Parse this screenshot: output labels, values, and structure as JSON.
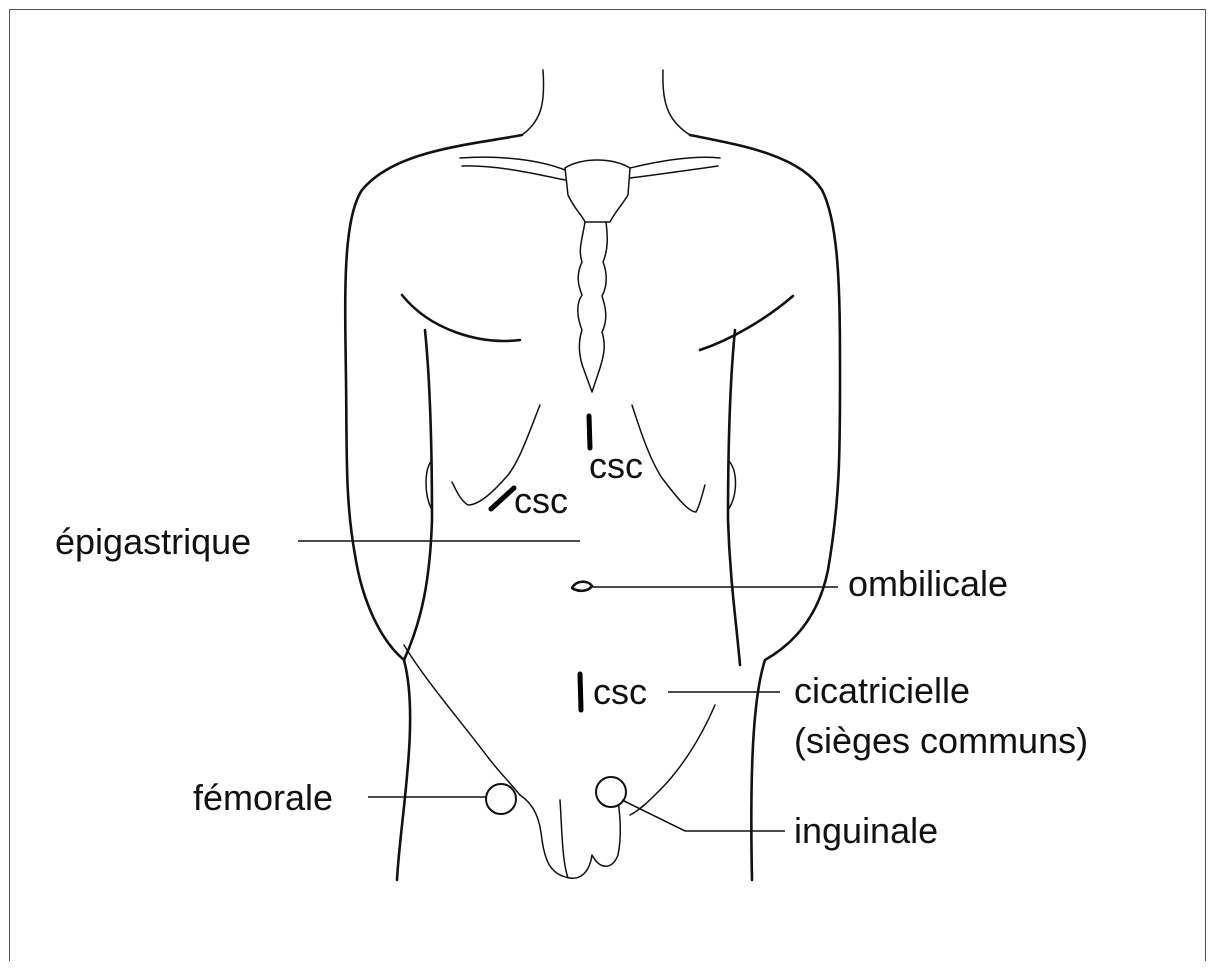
{
  "labels": {
    "csc_sternal": "csc",
    "csc_subcostal": "csc",
    "csc_lower": "csc",
    "epigastrique": "épigastrique",
    "ombilicale": "ombilicale",
    "cicatricielle_line1": "cicatricielle",
    "cicatricielle_line2": "(sièges communs)",
    "femorale": "fémorale",
    "inguinale": "inguinale"
  },
  "colors": {
    "line": "#111111",
    "background": "#ffffff",
    "frame": "#555555"
  }
}
